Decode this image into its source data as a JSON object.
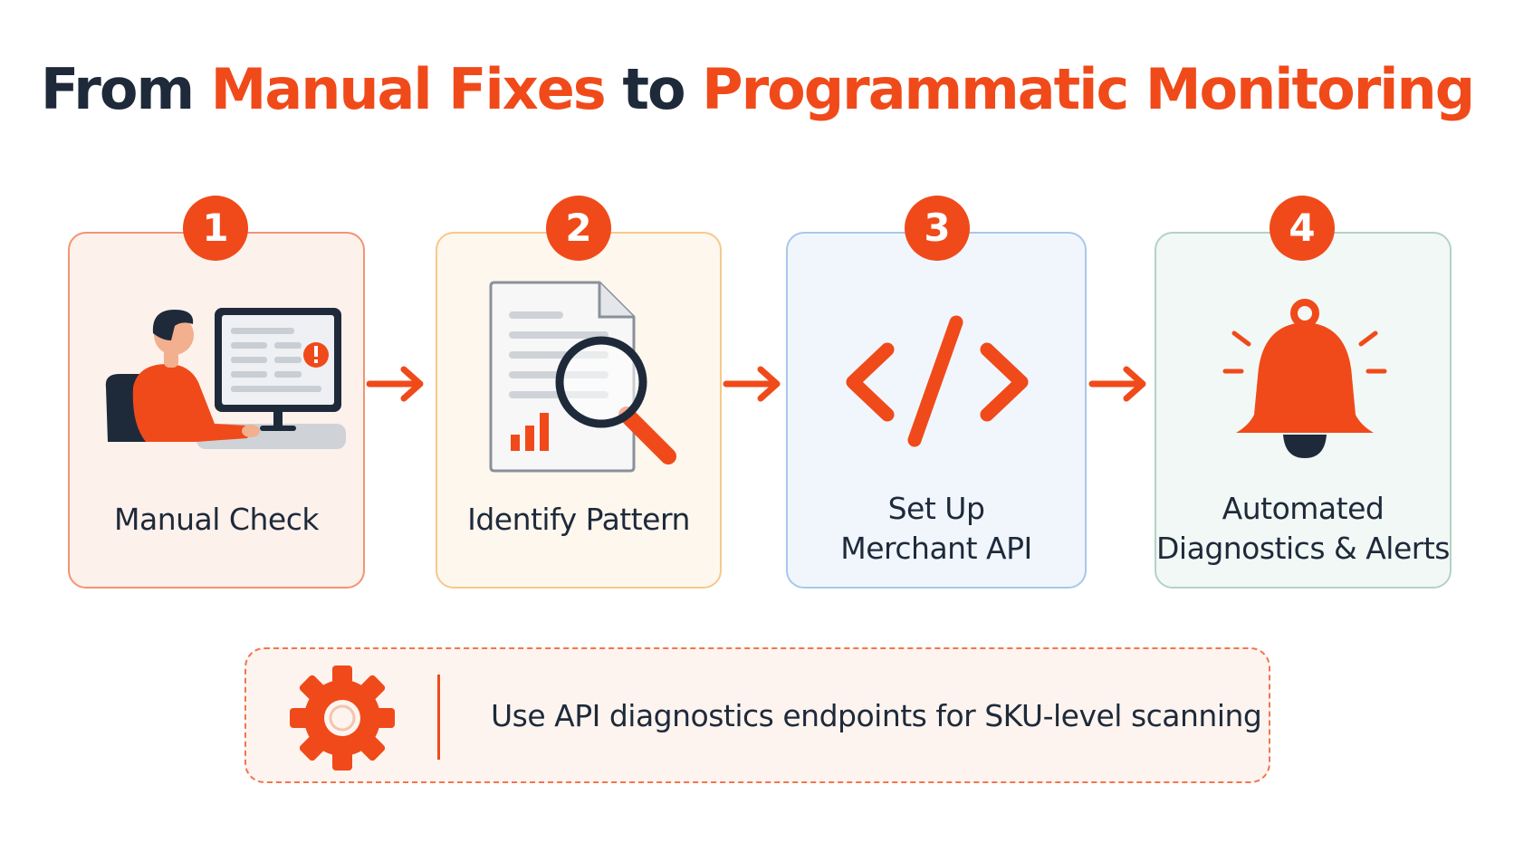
{
  "title": {
    "part1": "From",
    "part2": "Manual Fixes",
    "part3": "to",
    "part4": "Programmatic Monitoring"
  },
  "steps": [
    {
      "number": "1",
      "label": "Manual Check",
      "icon": "person-at-computer-icon"
    },
    {
      "number": "2",
      "label": "Identify Pattern",
      "icon": "document-magnifier-icon"
    },
    {
      "number": "3",
      "label_line1": "Set Up",
      "label_line2": "Merchant API",
      "icon": "code-brackets-icon"
    },
    {
      "number": "4",
      "label_line1": "Automated",
      "label_line2": "Diagnostics & Alerts",
      "icon": "bell-icon"
    }
  ],
  "bottom_note": {
    "text": "Use API diagnostics endpoints for SKU-level scanning",
    "icon": "gear-icon"
  },
  "colors": {
    "accent": "#f04a1a",
    "dark": "#1e2a3a",
    "card1_bg": "#fdf1ec",
    "card1_border": "#f29474",
    "card2_bg": "#fdf7ee",
    "card2_border": "#f5c98c",
    "card3_bg": "#f1f6fd",
    "card3_border": "#a9c7ea",
    "card4_bg": "#f2f8f5",
    "card4_border": "#b3d3c3"
  }
}
